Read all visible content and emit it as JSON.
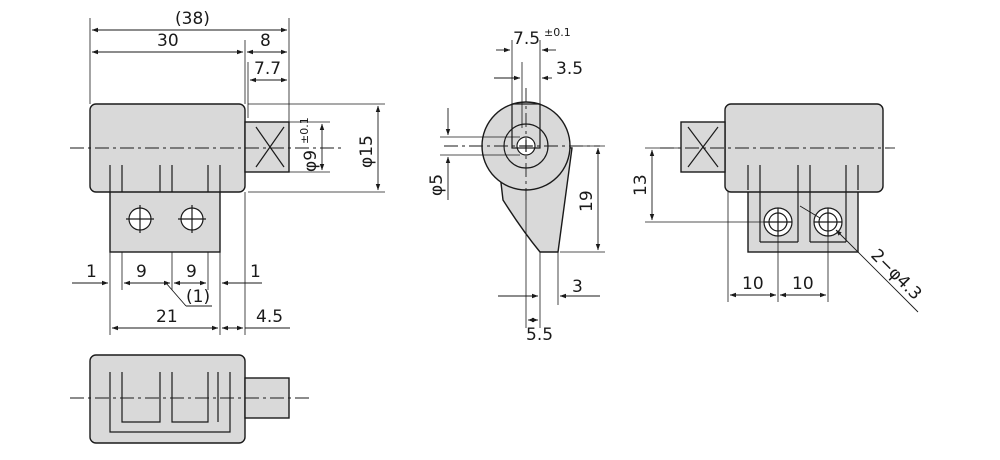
{
  "front_view": {
    "dim_total": "(38)",
    "dim_body": "30",
    "dim_shaft_len": "8",
    "dim_shaft_flat": "7.7",
    "dim_shaft_dia": "φ9",
    "dim_shaft_tol": "±0.1",
    "dim_body_dia": "φ15",
    "dim_gap_left": "1",
    "dim_pitch_1": "9",
    "dim_pitch_2": "9",
    "dim_gap_right": "1",
    "dim_ref": "(1)",
    "dim_bracket": "21",
    "dim_offset": "4.5"
  },
  "side_view": {
    "dim_arm_width": "7.5",
    "dim_arm_tol": "±0.1",
    "dim_slot": "3.5",
    "dim_hub_dia": "φ5",
    "dim_arm_len": "19",
    "dim_tip": "3",
    "dim_base": "5.5"
  },
  "rear_view": {
    "dim_height": "13",
    "dim_pitch_1": "10",
    "dim_pitch_2": "10",
    "dim_holes": "2−φ4.3"
  },
  "colors": {
    "part_fill": "#d9d9d9",
    "line": "#1a1a1a",
    "background": "#ffffff"
  }
}
